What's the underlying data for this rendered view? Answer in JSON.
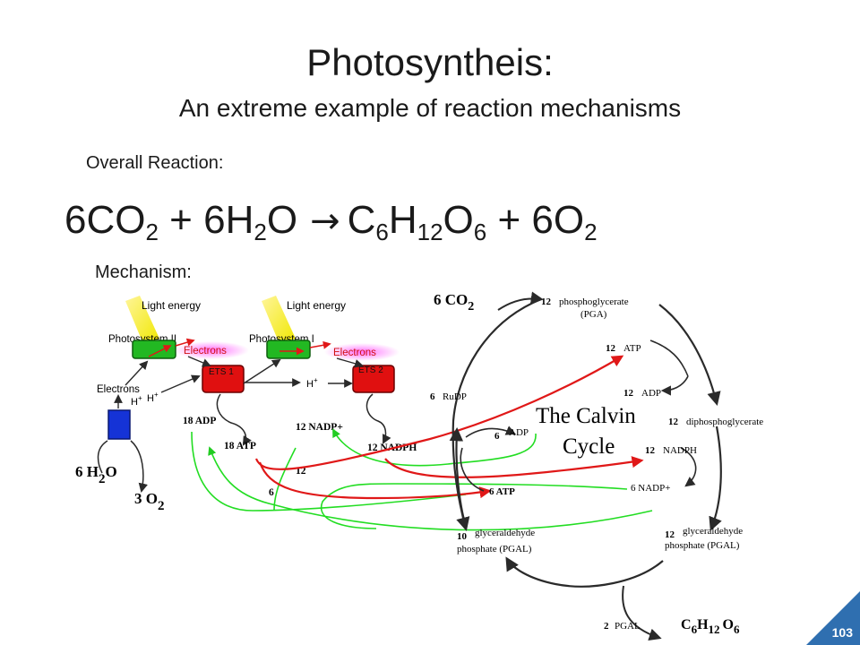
{
  "slide": {
    "title": "Photosyntheis:",
    "subtitle": "An extreme example of reaction mechanisms",
    "overall_label": "Overall Reaction:",
    "mechanism_label": "Mechanism:",
    "page_number": "103"
  },
  "equation": {
    "reactant1": "6CO",
    "reactant1_sub": "2",
    "plus1": " + ",
    "reactant2_a": "6H",
    "reactant2_sub": "2",
    "reactant2_b": "O",
    "arrow": "→",
    "product1_a": "C",
    "product1_sub1": "6",
    "product1_b": "H",
    "product1_sub2": "12",
    "product1_c": "O",
    "product1_sub3": "6",
    "plus2": " + ",
    "product2": "6O",
    "product2_sub": "2"
  },
  "light_reactions": {
    "light_energy_1": "Light energy",
    "light_energy_2": "Light energy",
    "photosystem_2": "Photosystem II",
    "photosystem_1": "Photosystem I",
    "electrons_1": "Electrons",
    "electrons_2": "Electrons",
    "electrons_left": "Electrons",
    "ets1": "ETS 1",
    "ets2": "ETS 2",
    "h_plus": "H",
    "adp": "18 ADP",
    "atp": "18 ATP",
    "nadp": "12 NADP+",
    "nadph": "12 NADPH",
    "water": "6 H",
    "water_sub": "2",
    "water_o": "O",
    "oxygen": "3 O",
    "oxygen_sub": "2",
    "num_12": "12",
    "num_6": "6"
  },
  "calvin_cycle": {
    "title_line1": "The Calvin",
    "title_line2": "Cycle",
    "co2": "6 CO",
    "co2_sub": "2",
    "pga_num": "12",
    "pga": "phosphoglycerate",
    "pga_abbr": "(PGA)",
    "atp_num": "12",
    "atp": "ATP",
    "adp_num": "12",
    "adp": "ADP",
    "dpga_num": "12",
    "dpga": "diphosphoglycerate",
    "nadph_num": "12",
    "nadph": "NADPH",
    "nadp": "6 NADP+",
    "pgal12_num": "12",
    "pgal12_line1": "glyceraldehyde",
    "pgal12_line2": "phosphate (PGAL)",
    "pgal10_num": "10",
    "pgal10_line1": "glyceraldehyde",
    "pgal10_line2": "phosphate (PGAL)",
    "rudp_num": "6",
    "rudp": "RuDP",
    "adp6_num": "6",
    "adp6": "ADP",
    "atp6": "6 ATP",
    "pgal2_num": "2",
    "pgal2": "PGAL",
    "glucose_c": "C",
    "glucose_c_sub": "6",
    "glucose_h": "H",
    "glucose_h_sub": "12",
    "glucose_o": "O",
    "glucose_o_sub": "6"
  },
  "colors": {
    "photosystem": "#22b822",
    "ets": "#e01010",
    "water_box": "#1533d6",
    "red_arrow": "#e01818",
    "green_arrow": "#22dd22",
    "badge": "#2f6fb0",
    "light": "#f5f000"
  }
}
